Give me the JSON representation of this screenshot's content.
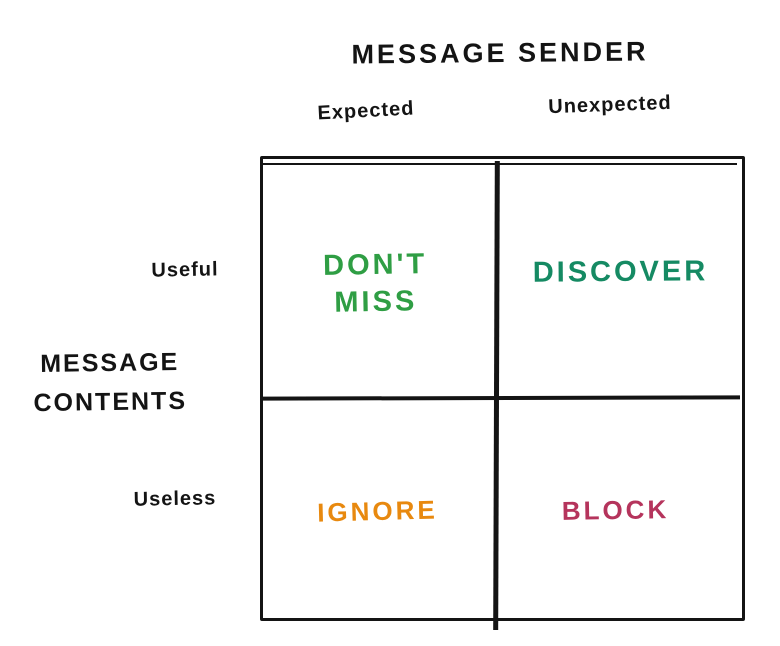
{
  "title": "MESSAGE SENDER",
  "x_axis": {
    "left_label": "Expected",
    "right_label": "Unexpected"
  },
  "y_axis": {
    "title_line1": "MESSAGE",
    "title_line2": "CONTENTS",
    "top_label": "Useful",
    "bottom_label": "Useless"
  },
  "quadrants": {
    "top_left": {
      "line1": "DON'T",
      "line2": "MISS",
      "color": "#2f9e44"
    },
    "top_right": {
      "label": "DISCOVER",
      "color": "#158a63"
    },
    "bottom_left": {
      "label": "IGNORE",
      "color": "#e8890f"
    },
    "bottom_right": {
      "label": "BLOCK",
      "color": "#b5345c"
    }
  },
  "colors": {
    "ink": "#141414",
    "background": "#ffffff"
  }
}
